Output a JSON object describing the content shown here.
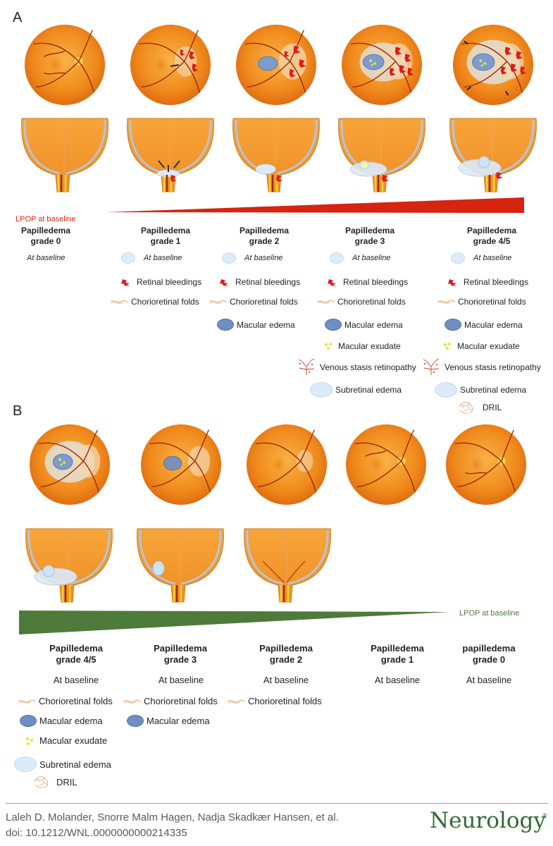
{
  "panel_a": {
    "letter": "A",
    "lpop_label": "LPOP at baseline",
    "grades": [
      {
        "line1": "Papilledema",
        "line2": "grade 0",
        "baseline": "At baseline"
      },
      {
        "line1": "Papilledema",
        "line2": "grade 1",
        "baseline": "At baseline"
      },
      {
        "line1": "Papilledema",
        "line2": "grade 2",
        "baseline": "At baseline"
      },
      {
        "line1": "Papilledema",
        "line2": "grade 3",
        "baseline": "At baseline"
      },
      {
        "line1": "Papilledema",
        "line2": "grade 4/5",
        "baseline": "At baseline"
      }
    ],
    "legend": {
      "retinal_bleedings": "Retinal bleedings",
      "chorioretinal_folds": "Chorioretinal folds",
      "macular_edema": "Macular edema",
      "macular_exudate": "Macular exudate",
      "venous_stasis": "Venous stasis retinopathy",
      "subretinal_edema": "Subretinal edema",
      "dril": "DRIL"
    }
  },
  "panel_b": {
    "letter": "B",
    "lpop_label": "LPOP at baseline",
    "grades": [
      {
        "line1": "Papilledema",
        "line2": "grade 4/5",
        "baseline": "At baseline"
      },
      {
        "line1": "Papilledema",
        "line2": "grade 3",
        "baseline": "At baseline"
      },
      {
        "line1": "Papilledema",
        "line2": "grade 2",
        "baseline": "At baseline"
      },
      {
        "line1": "Papilledema",
        "line2": "grade 1",
        "baseline": "At baseline"
      },
      {
        "line1": "papilledema",
        "line2": "grade 0",
        "baseline": "At baseline"
      }
    ],
    "legend": {
      "chorioretinal_folds": "Chorioretinal folds",
      "macular_edema": "Macular edema",
      "macular_exudate": "Macular exudate",
      "subretinal_edema": "Subretinal edema",
      "dril": "DRIL"
    }
  },
  "footer": {
    "authors": "Laleh D. Molander, Snorre Malm Hagen, Nadja Skadkær Hansen, et al.",
    "doi": "doi: 10.1212/WNL.0000000000214335",
    "brand": "Neurology",
    "brand_mark": "®"
  },
  "colors": {
    "fundus": "#f08a1c",
    "fundus_light": "#f7b24a",
    "vessel": "#9a2b10",
    "bleeding": "#e01a1a",
    "lpop_red": "#d62410",
    "lpop_green": "#4e7a3a",
    "macular": "#6f8fc2",
    "bubble": "#dcebf8"
  }
}
